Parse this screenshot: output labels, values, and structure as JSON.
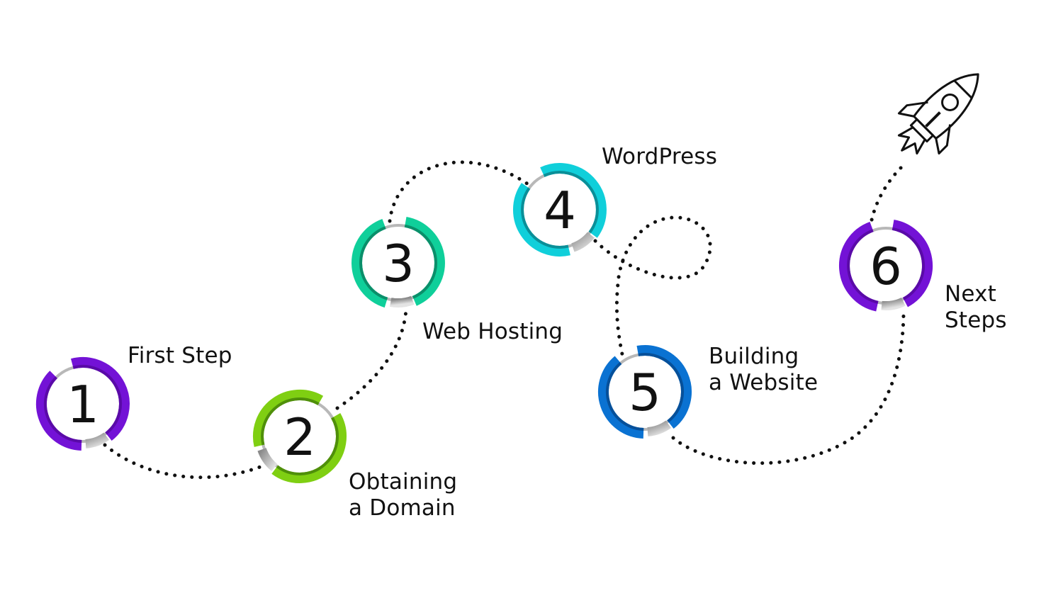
{
  "title": "Website building roadmap",
  "steps": [
    {
      "number": "1",
      "label": "First Step",
      "color": "#7312d6",
      "shade": "#5a0aa8"
    },
    {
      "number": "2",
      "label": "Obtaining\na Domain",
      "color": "#7fcf12",
      "shade": "#4f8f0a"
    },
    {
      "number": "3",
      "label": "Web Hosting",
      "color": "#0fcf9a",
      "shade": "#0a8f6a"
    },
    {
      "number": "4",
      "label": "WordPress",
      "color": "#10cfda",
      "shade": "#0a8f98"
    },
    {
      "number": "5",
      "label": "Building\na Website",
      "color": "#0a72d2",
      "shade": "#06509a"
    },
    {
      "number": "6",
      "label": "Next\nSteps",
      "color": "#7312d6",
      "shade": "#5a0aa8"
    }
  ],
  "end_icon": "rocket-icon",
  "connector_style": "dotted",
  "colors": {
    "dot": "#111111",
    "gap": "#b8b8b8",
    "text": "#111111"
  }
}
